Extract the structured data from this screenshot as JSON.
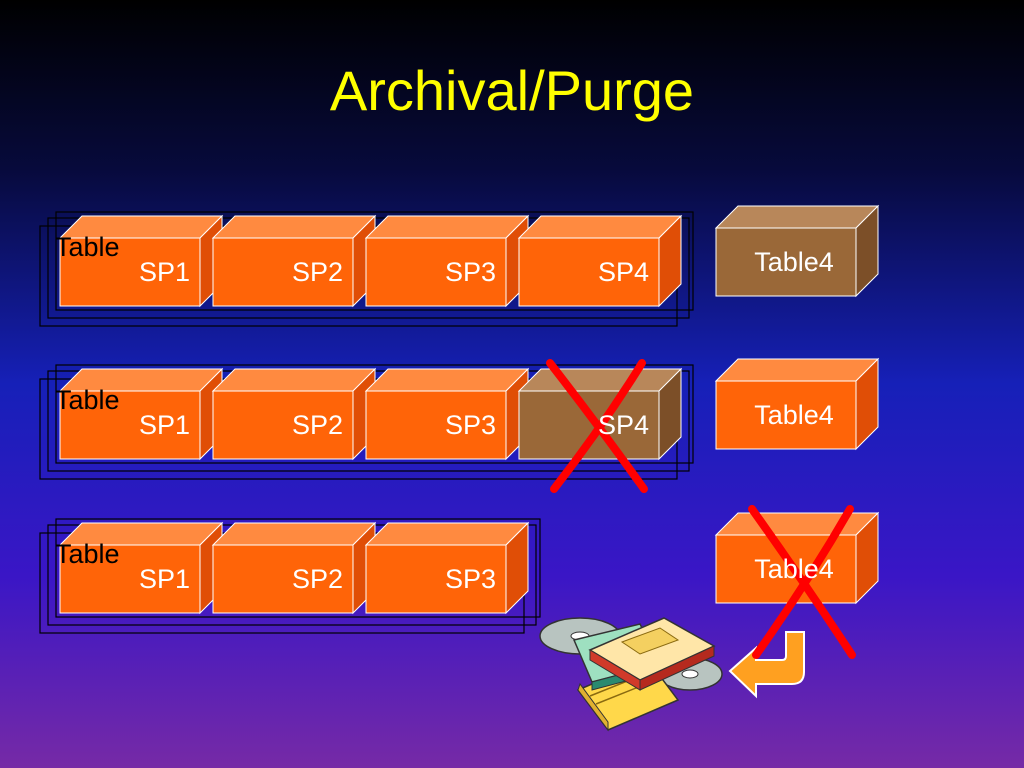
{
  "title": "Archival/Purge",
  "rows": [
    {
      "table_label": "Table",
      "partitions": [
        "SP1",
        "SP2",
        "SP3",
        "SP4"
      ],
      "removed_partition": null,
      "table4_label": "Table4",
      "table4_state": "archived",
      "table4_crossed": false
    },
    {
      "table_label": "Table",
      "partitions": [
        "SP1",
        "SP2",
        "SP3",
        "SP4"
      ],
      "removed_partition": "SP4",
      "table4_label": "Table4",
      "table4_state": "active",
      "table4_crossed": false
    },
    {
      "table_label": "Table",
      "partitions": [
        "SP1",
        "SP2",
        "SP3"
      ],
      "removed_partition": null,
      "table4_label": "Table4",
      "table4_state": "active",
      "table4_crossed": true
    }
  ],
  "colors": {
    "title": "#ffff00",
    "active_front": "#ff6408",
    "active_top": "#ff8a40",
    "active_side": "#e04e06",
    "archived_front": "#9a6838",
    "archived_top": "#b8875a",
    "archived_side": "#7c4f28",
    "cross": "#ff0000",
    "arrow": "#ffa020"
  },
  "icons": [
    "archive-media-icon",
    "return-arrow-icon",
    "cross-mark-icon"
  ]
}
